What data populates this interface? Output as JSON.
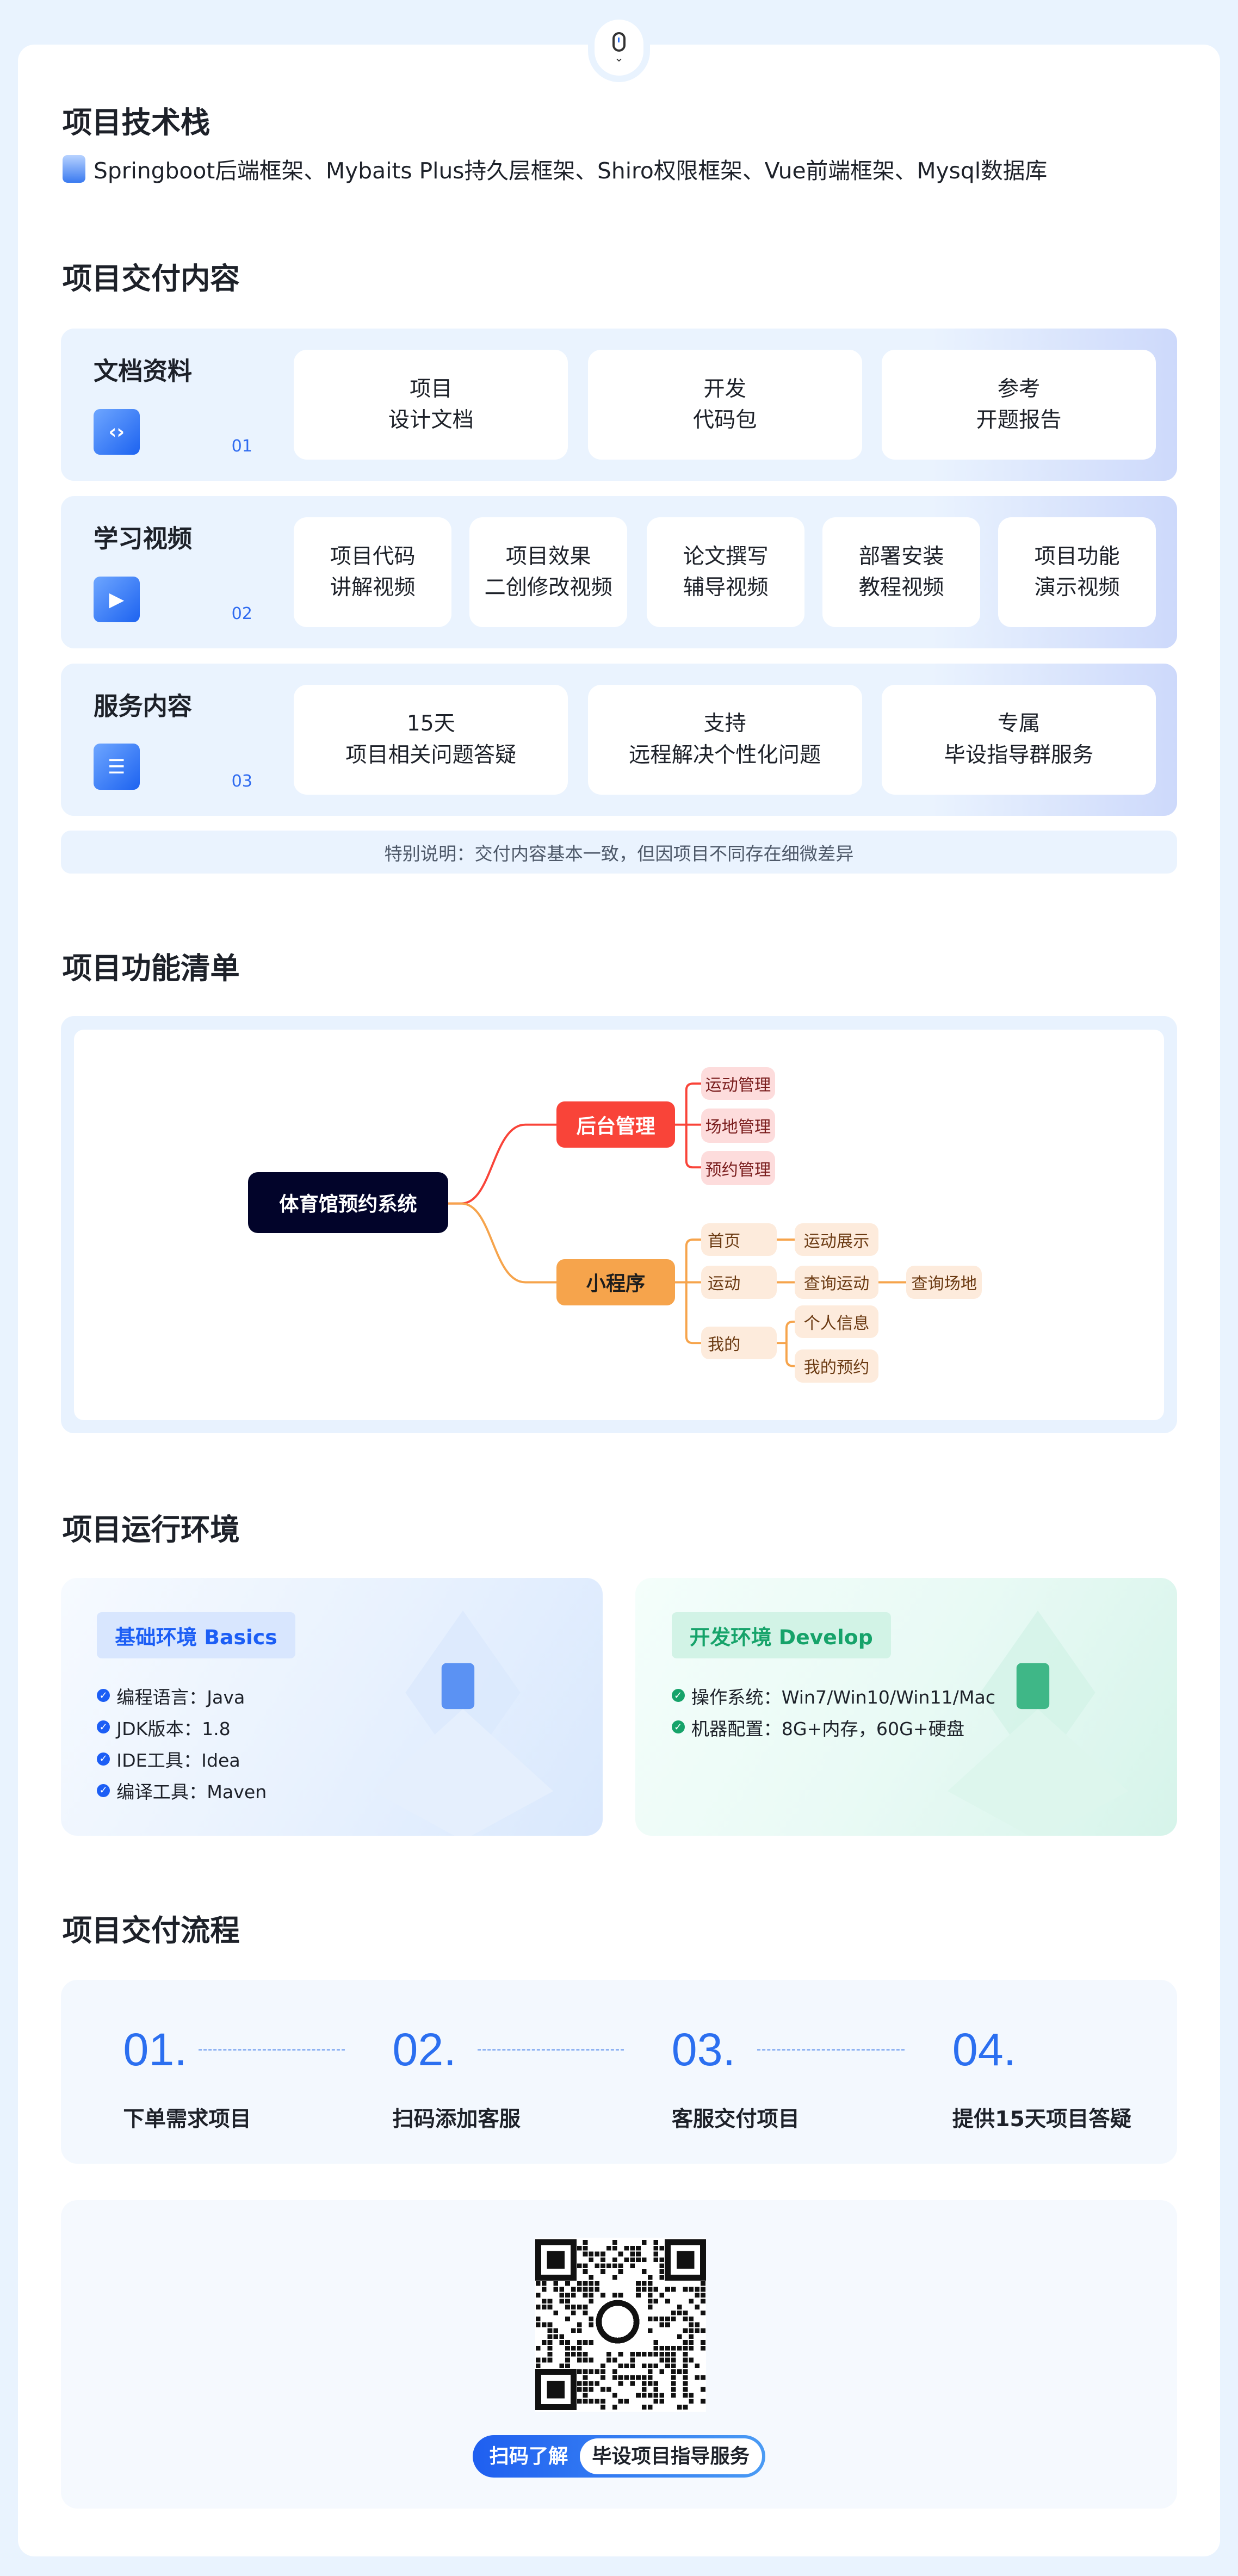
{
  "tech_stack": {
    "title": "项目技术栈",
    "text": "Springboot后端框架、Mybaits Plus持久层框架、Shiro权限框架、Vue前端框架、Mysql数据库"
  },
  "delivery": {
    "title": "项目交付内容",
    "rows": [
      {
        "title": "文档资料",
        "num": "01",
        "items": [
          {
            "l1": "项目",
            "l2": "设计文档"
          },
          {
            "l1": "开发",
            "l2": "代码包"
          },
          {
            "l1": "参考",
            "l2": "开题报告"
          }
        ]
      },
      {
        "title": "学习视频",
        "num": "02",
        "items": [
          {
            "l1": "项目代码",
            "l2": "讲解视频"
          },
          {
            "l1": "项目效果",
            "l2": "二创修改视频"
          },
          {
            "l1": "论文撰写",
            "l2": "辅导视频"
          },
          {
            "l1": "部署安装",
            "l2": "教程视频"
          },
          {
            "l1": "项目功能",
            "l2": "演示视频"
          }
        ]
      },
      {
        "title": "服务内容",
        "num": "03",
        "items": [
          {
            "l1": "15天",
            "l2": "项目相关问题答疑"
          },
          {
            "l1": "支持",
            "l2": "远程解决个性化问题"
          },
          {
            "l1": "专属",
            "l2": "毕设指导群服务"
          }
        ]
      }
    ],
    "note": "特别说明：交付内容基本一致，但因项目不同存在细微差异"
  },
  "features": {
    "title": "项目功能清单",
    "root": "体育馆预约系统",
    "admin": {
      "label": "后台管理",
      "children": [
        "运动管理",
        "场地管理",
        "预约管理"
      ]
    },
    "mini": {
      "label": "小程序",
      "home": "首页",
      "home_child": "运动展示",
      "sport": "运动",
      "sport_child": "查询运动",
      "sport_grandchild": "查询场地",
      "mine": "我的",
      "mine_children": [
        "个人信息",
        "我的预约"
      ]
    },
    "colors": {
      "root": "#02042a",
      "admin": "#f94439",
      "mini": "#f6a44c"
    }
  },
  "env": {
    "title": "项目运行环境",
    "basics": {
      "tag": "基础环境  Basics",
      "items": [
        "编程语言：Java",
        "JDK版本：1.8",
        "IDE工具：Idea",
        "编译工具：Maven"
      ]
    },
    "develop": {
      "tag": "开发环境  Develop",
      "items": [
        "操作系统：Win7/Win10/Win11/Mac",
        "机器配置：8G+内存，60G+硬盘"
      ]
    }
  },
  "flow": {
    "title": "项目交付流程",
    "steps": [
      {
        "num": "01.",
        "label": "下单需求项目"
      },
      {
        "num": "02.",
        "label": "扫码添加客服"
      },
      {
        "num": "03.",
        "label": "客服交付项目"
      },
      {
        "num": "04.",
        "label": "提供15天项目答疑"
      }
    ]
  },
  "qr": {
    "left": "扫码了解",
    "right": "毕设项目指导服务"
  }
}
